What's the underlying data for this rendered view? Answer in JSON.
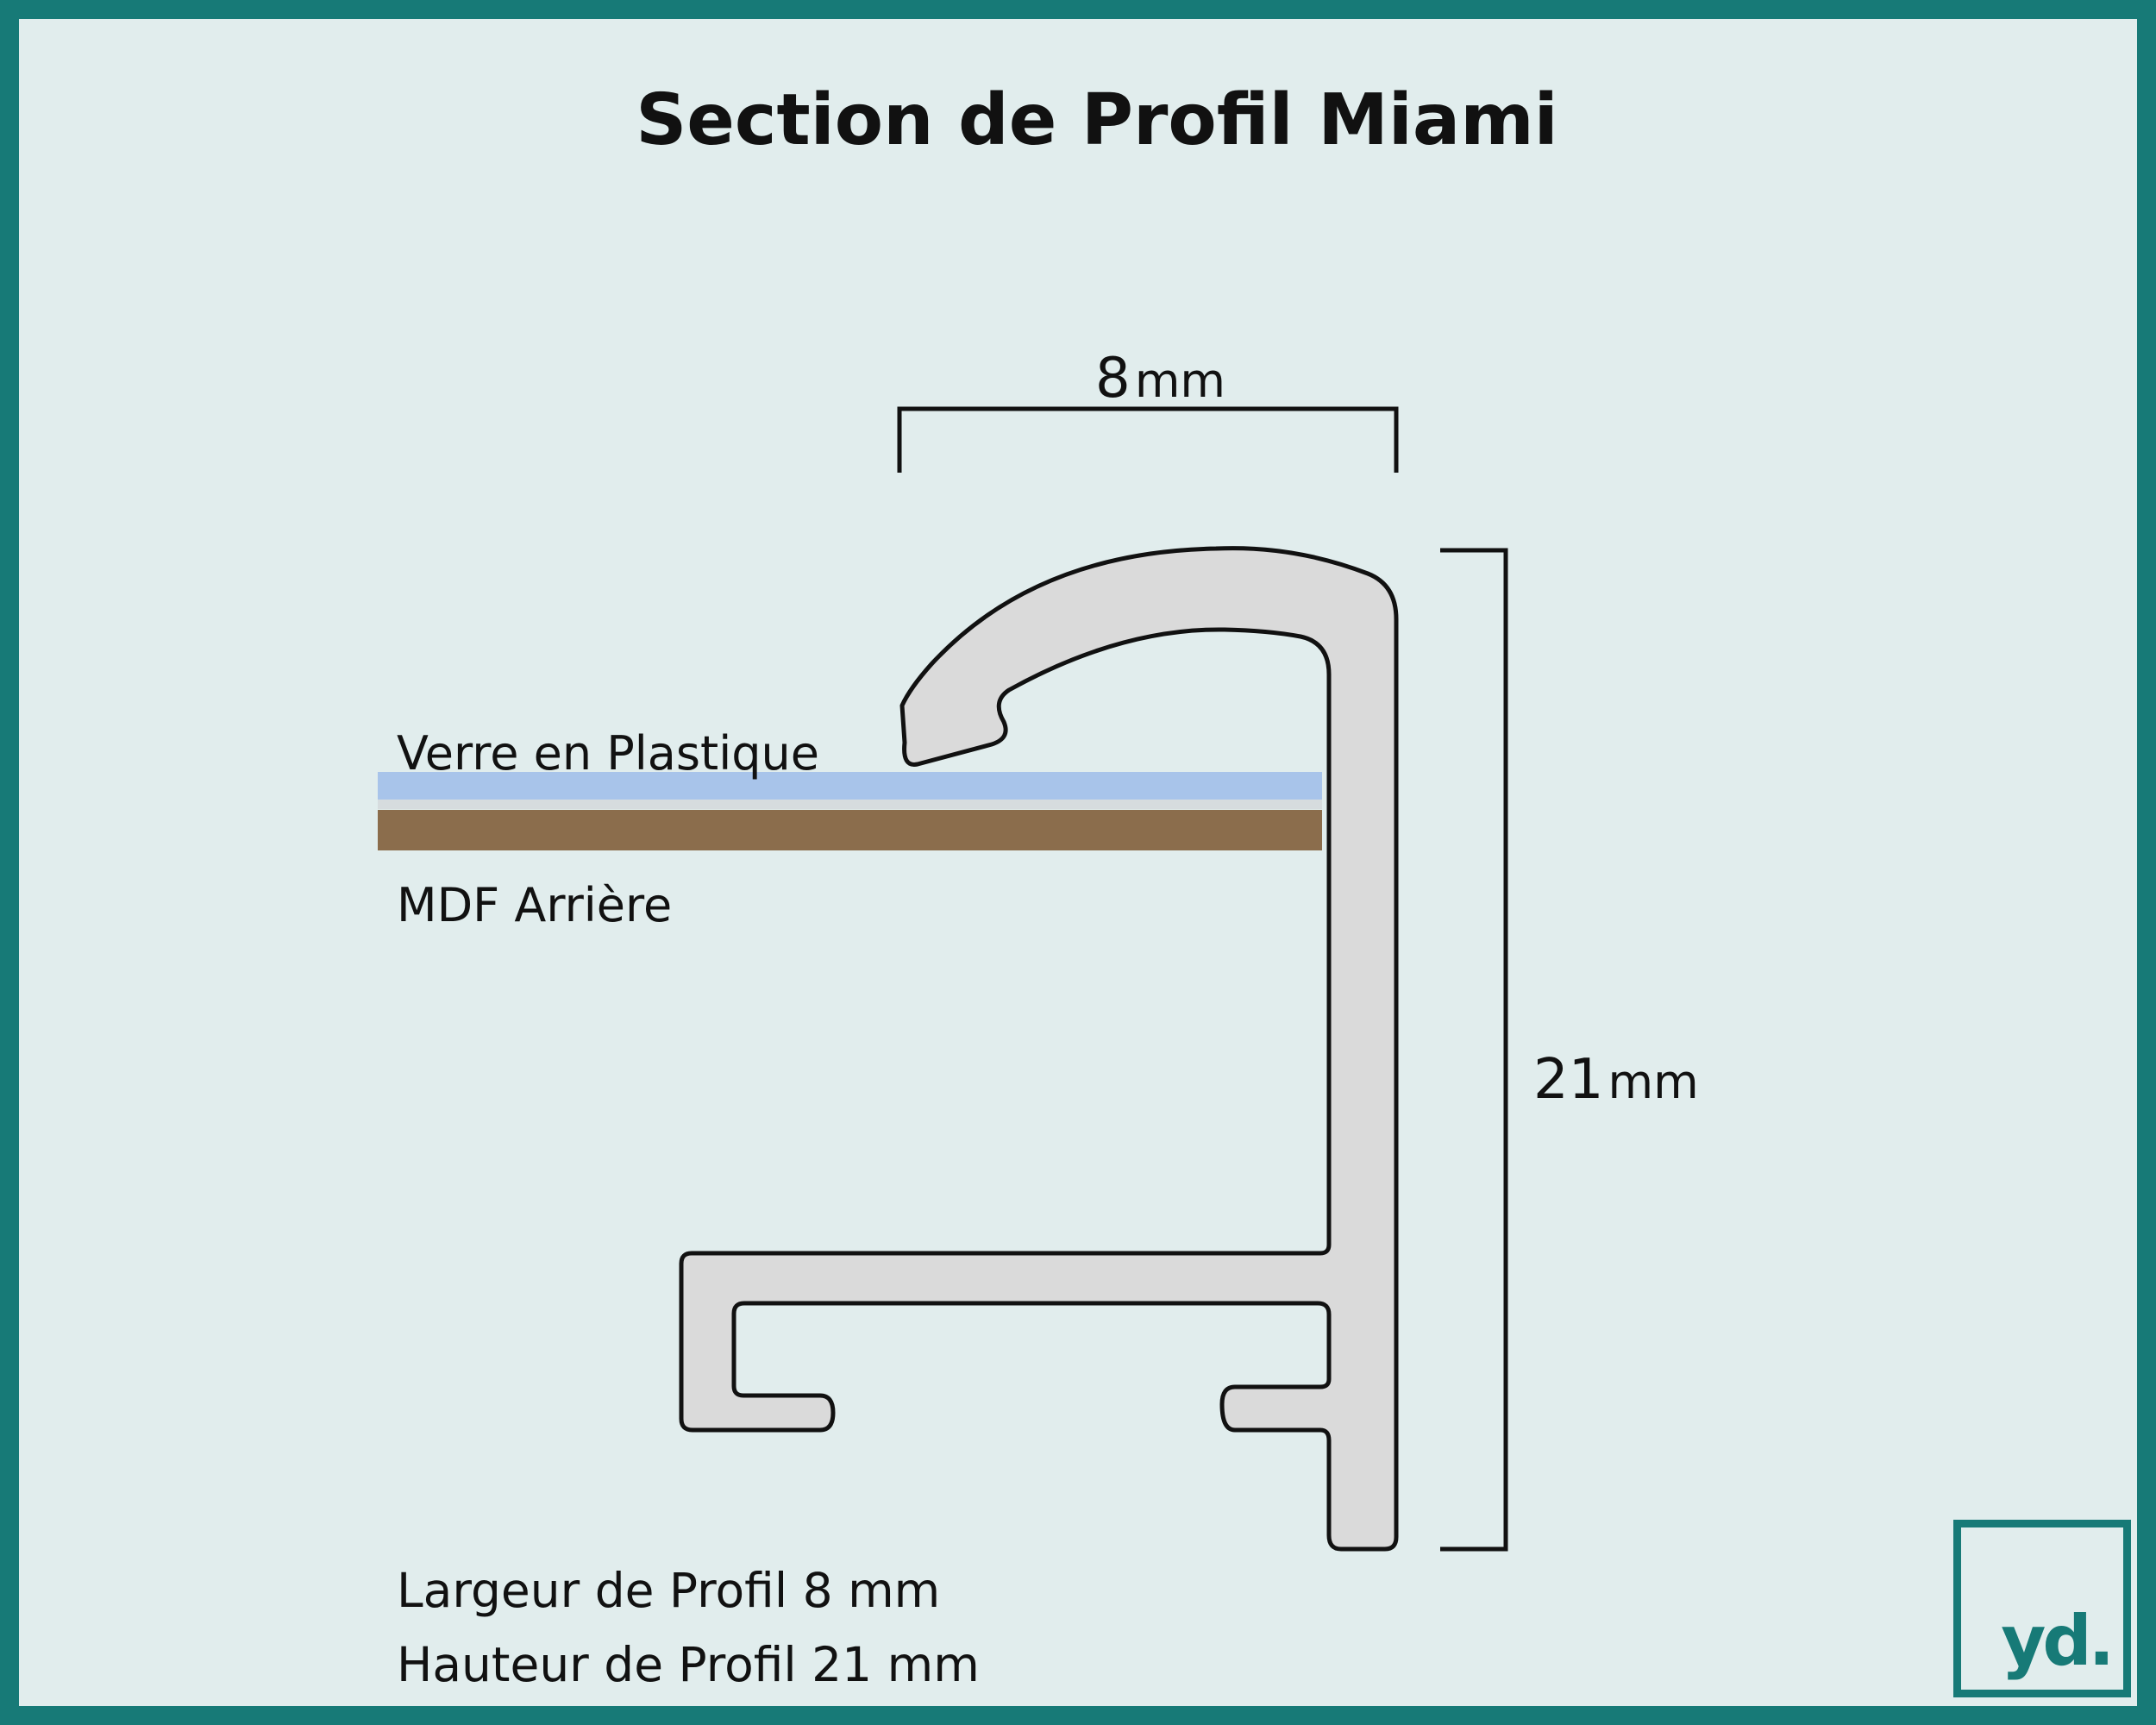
{
  "title": "Section de Profil Miami",
  "dimensions": {
    "width": {
      "value": "8",
      "unit": "mm"
    },
    "height": {
      "value": "21",
      "unit": "mm"
    }
  },
  "layers": {
    "glass": {
      "label": "Verre en Plastique",
      "color": "#a8c4ea"
    },
    "backing": {
      "label": "MDF Arrière",
      "color": "#8b6d4c"
    }
  },
  "profile_color": "#dadada",
  "footer": {
    "line1": "Largeur de Profil 8 mm",
    "line2": "Hauteur de Profil 21 mm"
  },
  "logo": {
    "text": "yd.",
    "color": "#177a77"
  }
}
